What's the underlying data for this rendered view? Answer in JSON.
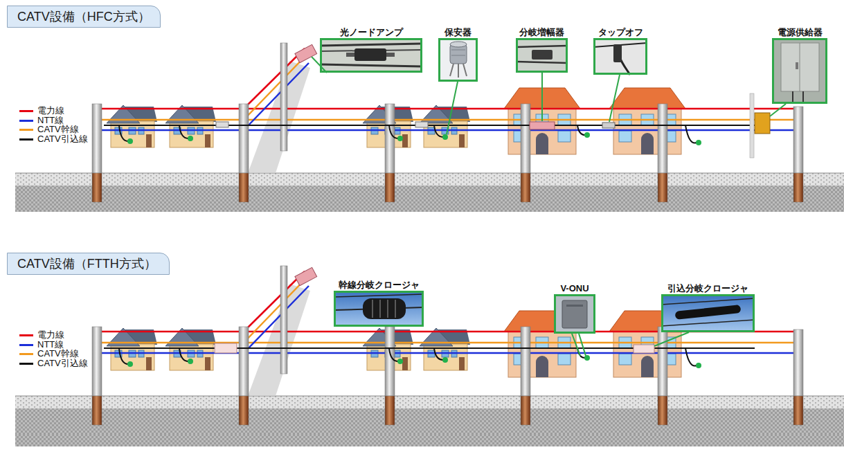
{
  "diagram": {
    "nodes": [
      {
        "text": [
          "CATV設備（HFC方式）"
        ]
      },
      {
        "text": [
          "光ノードアンプ"
        ]
      },
      {
        "text": [
          "保安器"
        ]
      },
      {
        "text": [
          "分岐増幅器"
        ]
      },
      {
        "text": [
          "タップオフ"
        ]
      },
      {
        "text": [
          "電源供給器"
        ]
      },
      {
        "text": [
          "CATV設備（FTTH方式）"
        ]
      },
      {
        "text": [
          "幹線分岐クロージャ"
        ]
      },
      {
        "text": [
          "V-ONU"
        ]
      },
      {
        "text": [
          "引込分岐クロージャ"
        ]
      }
    ],
    "legend": [
      {
        "text": "電力線"
      },
      {
        "text": "NTT線"
      },
      {
        "text": "CATV幹線"
      },
      {
        "text": "CATV引込線"
      },
      {
        "text": "電力線"
      },
      {
        "text": "NTT線"
      },
      {
        "text": "CATV幹線"
      },
      {
        "text": "CATV引込線"
      }
    ]
  }
}
